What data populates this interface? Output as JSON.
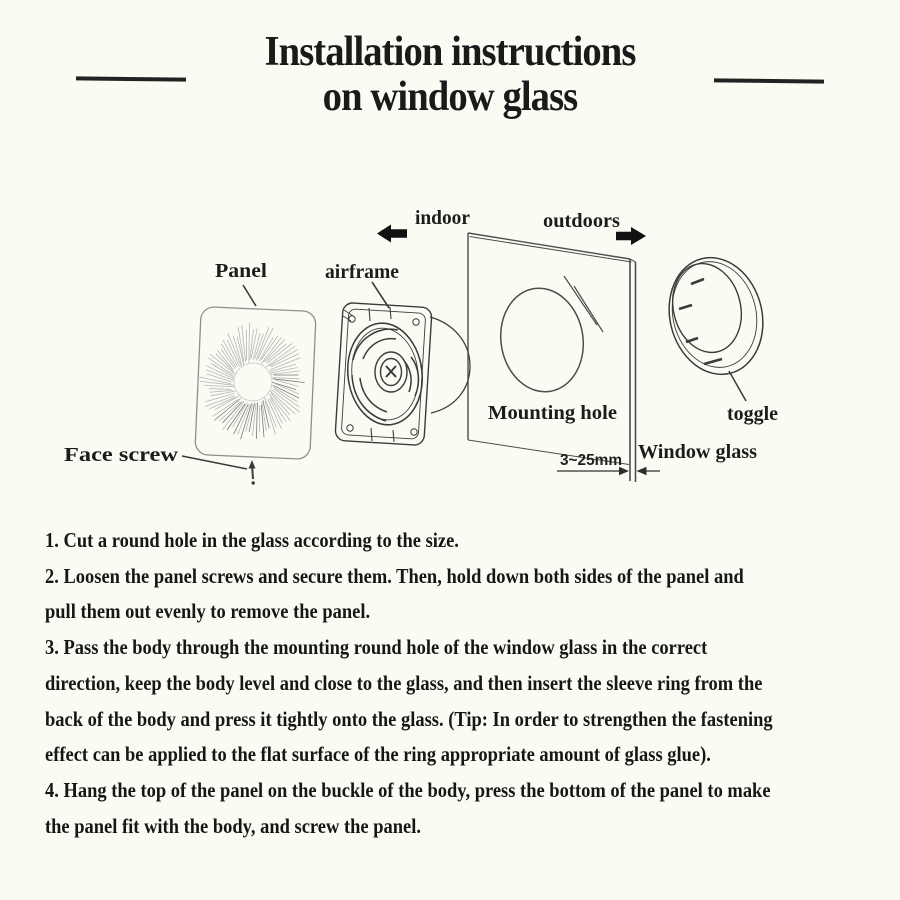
{
  "colors": {
    "background": "#fcfbf3",
    "ink": "#1c1c1c",
    "diagram_line": "#3b3b3b",
    "panel_line": "#8f8f8f",
    "glass_line": "#4d4d4d"
  },
  "title": {
    "line1": "Installation instructions",
    "line2": "on window glass"
  },
  "diagram": {
    "labels": {
      "panel": "Panel",
      "airframe": "airframe",
      "indoor": "indoor",
      "outdoors": "outdoors",
      "mounting_hole": "Mounting hole",
      "toggle": "toggle",
      "face_screw": "Face screw",
      "window_glass": "Window glass",
      "glass_thickness": "3~25mm"
    }
  },
  "instructions": {
    "lines": [
      "1. Cut a round hole in the glass according to the size.",
      "2. Loosen the panel screws and secure them. Then, hold down both sides of the panel and",
      "pull them out evenly to remove the panel.",
      "3. Pass the body through the mounting round hole of the window glass in the correct",
      "direction, keep the body level and close to the glass, and then insert the sleeve ring from the",
      "back of the body and press it tightly onto the glass. (Tip: In order to strengthen the fastening",
      "effect can be applied to the flat surface of the ring appropriate amount of glass glue).",
      "4. Hang the top of the panel on the buckle of the body, press the bottom of the panel to make",
      "the panel fit with the body, and screw the panel."
    ]
  }
}
